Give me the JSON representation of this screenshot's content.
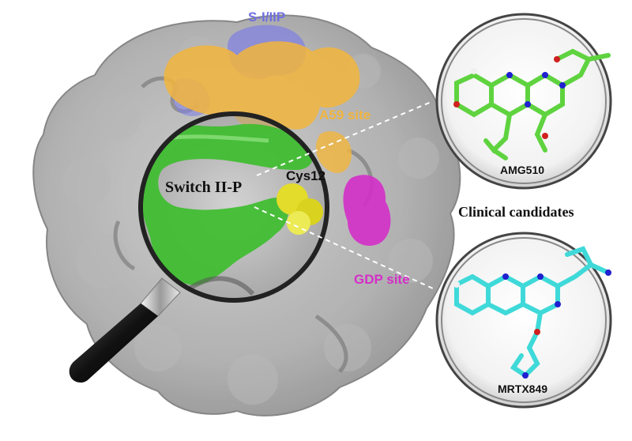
{
  "labels": {
    "s_i_iip": "S-I/IIP",
    "a59_site": "A59 site",
    "switch_ii_p": "Switch II-P",
    "cys12": "Cys12",
    "gdp_site": "GDP site",
    "clinical_candidates": "Clinical candidates",
    "amg510": "AMG510",
    "mrtx849": "MRTX849"
  },
  "colors": {
    "s_i_iip": "#7b7be6",
    "a59_site": "#f2b53c",
    "gdp_site": "#d42fc8",
    "switch_ii_p": "#3ebd2f",
    "cys12": "#e3dc2a",
    "amg510_sticks": "#5fd33f",
    "mrtx849_sticks": "#3fd9d9"
  }
}
